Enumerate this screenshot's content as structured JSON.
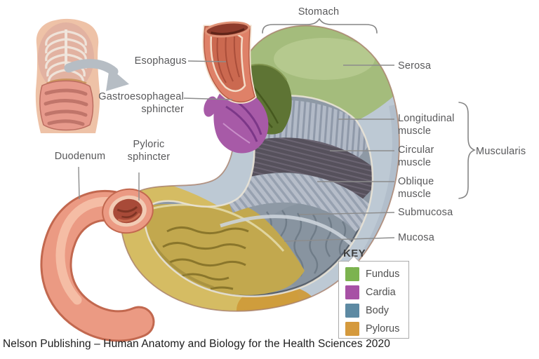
{
  "caption": "Nelson Publishing – Human Anatomy and Biology for the Health Sciences 2020",
  "labels": {
    "stomach": "Stomach",
    "esophagus": "Esophagus",
    "gastroesophageal_sphincter": {
      "line1": "Gastroesophageal",
      "line2": "sphincter"
    },
    "duodenum": "Duodenum",
    "pyloric_sphincter": {
      "line1": "Pyloric",
      "line2": "sphincter"
    },
    "serosa": "Serosa",
    "longitudinal_muscle": {
      "line1": "Longitudinal",
      "line2": "muscle"
    },
    "circular_muscle": {
      "line1": "Circular",
      "line2": "muscle"
    },
    "oblique_muscle": {
      "line1": "Oblique",
      "line2": "muscle"
    },
    "muscularis": "Muscularis",
    "submucosa": "Submucosa",
    "mucosa": "Mucosa"
  },
  "key": {
    "title": "KEY",
    "items": [
      {
        "label": "Fundus",
        "color": "#7cb34f"
      },
      {
        "label": "Cardia",
        "color": "#a751a5"
      },
      {
        "label": "Body",
        "color": "#5d8aa3"
      },
      {
        "label": "Pylorus",
        "color": "#d59a3d"
      }
    ]
  },
  "illustration_colors": {
    "fundus_region": "#a2bc77",
    "cardia_region": "#a75aa7",
    "body_wall": "#bdc9d4",
    "pylorus_wall": "#d5bc63"
  }
}
